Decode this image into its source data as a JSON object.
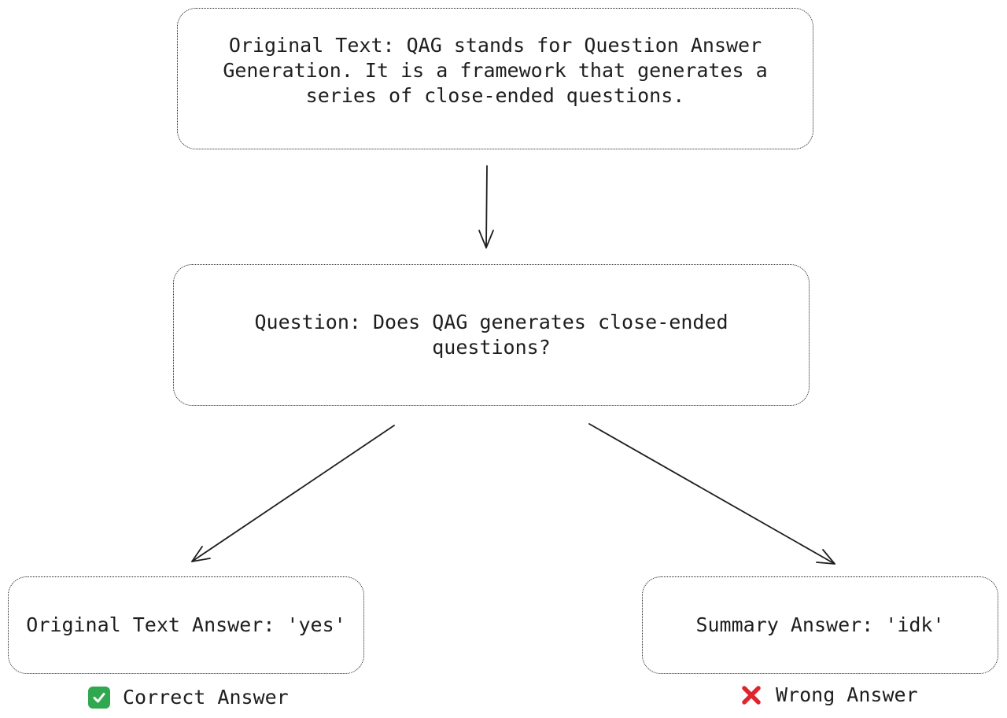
{
  "diagram": {
    "nodes": {
      "original_text": "Original Text: QAG stands for Question Answer Generation. It is a framework that generates a series of close-ended questions.",
      "question": "Question: Does QAG generates close-ended questions?",
      "original_answer": "Original Text Answer: 'yes'",
      "summary_answer": "Summary Answer: 'idk'"
    },
    "verdicts": {
      "correct": {
        "label": "Correct Answer",
        "icon": "check-mark-button-icon",
        "color": "#2fa84f"
      },
      "wrong": {
        "label": "Wrong Answer",
        "icon": "cross-mark-icon",
        "color": "#e0242d"
      }
    },
    "edges": [
      {
        "from": "original_text",
        "to": "question"
      },
      {
        "from": "question",
        "to": "original_answer"
      },
      {
        "from": "question",
        "to": "summary_answer"
      }
    ]
  }
}
